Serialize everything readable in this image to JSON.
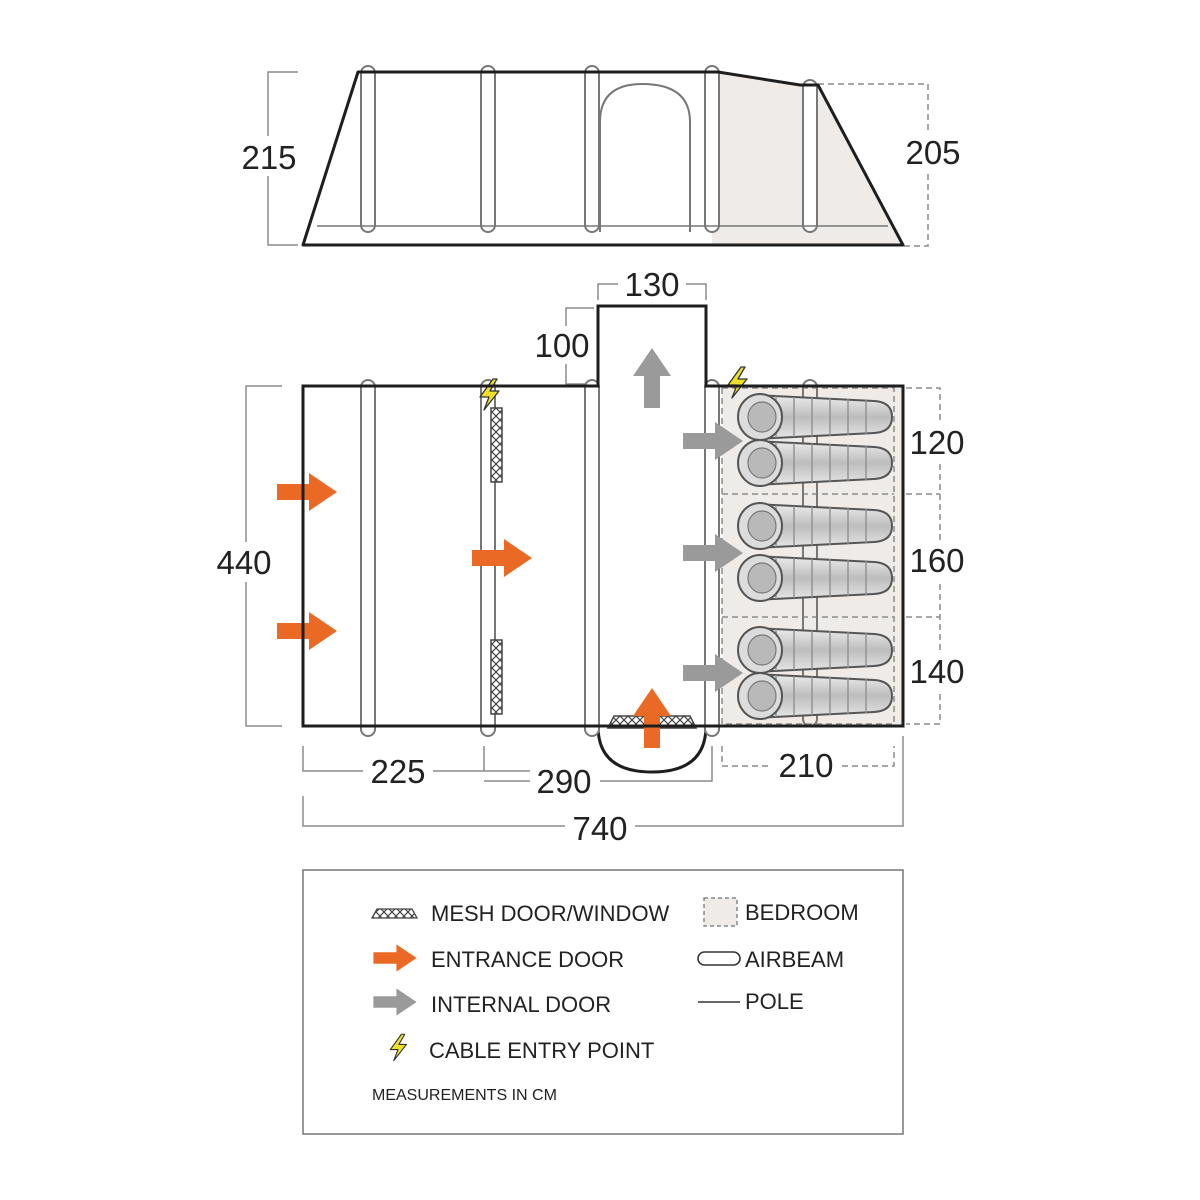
{
  "side_view": {
    "height_left": "215",
    "height_right": "205"
  },
  "floor_plan": {
    "porch_width": "130",
    "porch_depth": "100",
    "overall_width": "440",
    "bedroom_widths": [
      "120",
      "160",
      "140"
    ],
    "section_lengths": [
      "225",
      "290",
      "210"
    ],
    "overall_length": "740"
  },
  "legend": {
    "mesh": "MESH DOOR/WINDOW",
    "bedroom": "BEDROOM",
    "entrance": "ENTRANCE DOOR",
    "airbeam": "AIRBEAM",
    "internal": "INTERNAL DOOR",
    "pole": "POLE",
    "cable": "CABLE ENTRY POINT",
    "note": "MEASUREMENTS IN CM"
  },
  "colors": {
    "outline": "#1e1e1e",
    "entrance_arrow": "#ea6a25",
    "internal_arrow": "#9a9a9a",
    "bedroom_fill": "#efebe8",
    "cable_bolt": "#f0e02a",
    "dim_line": "#8c8c8c"
  },
  "icons": [
    "mesh-icon",
    "entrance-arrow-icon",
    "internal-arrow-icon",
    "cable-bolt-icon",
    "bedroom-icon",
    "airbeam-icon",
    "pole-icon",
    "sleeping-bag-icon"
  ]
}
